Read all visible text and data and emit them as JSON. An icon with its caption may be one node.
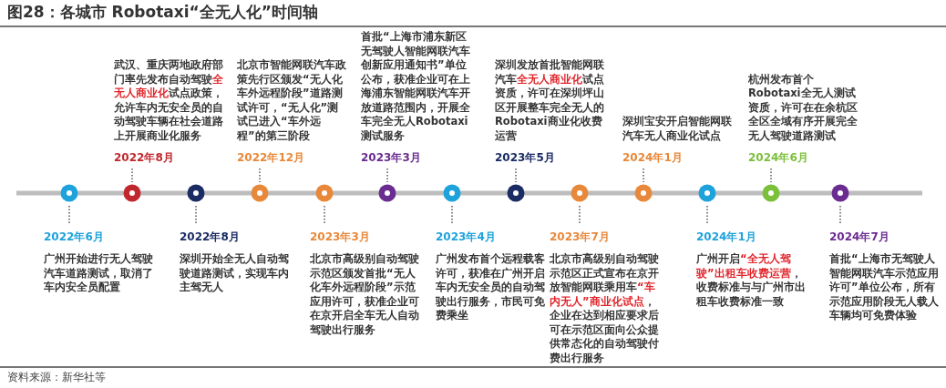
{
  "diagram": {
    "title": "图28：各城市 Robotaxi“全无人化”时间轴",
    "caption": "资料来源：新华社等",
    "nodes": [
      {
        "text": [
          "2022年6月",
          "广州开始进行无人驾驶汽车道路测试，取消了车内安全员配置"
        ]
      },
      {
        "text": [],
        "shape": "circle"
      },
      {
        "text": [
          "武汉、重庆两地政府部门率先发布自动驾驶**全无人商业化**试点政策，允许车内无安全员的自动驾驶车辆在社会道路上开展商业化服务",
          "2022年8月"
        ]
      },
      {
        "text": [],
        "shape": "circle"
      },
      {
        "text": [
          "2022年8月",
          "深圳开始全无人自动驾驶道路测试，实现车内主驾无人"
        ]
      },
      {
        "text": [],
        "shape": "circle"
      },
      {
        "text": [
          "北京市智能网联汽车政策先行区颁发“无人化车外远程阶段”道路测试许可，“无人化”测试已进入“车外远程”的第三阶段",
          "2022年12月"
        ]
      },
      {
        "text": [],
        "shape": "circle"
      },
      {
        "text": [
          "2023年3月",
          "北京市高级别自动驾驶示范区颁发首批“无人化车外远程阶段”示范应用许可，获准企业可在京开启全车无人自动驾驶出行服务"
        ]
      },
      {
        "text": [],
        "shape": "circle"
      },
      {
        "text": [
          "首批“上海市浦东新区无驾驶人智能网联汽车创新应用通知书”单位公布，获准企业可在上海浦东智能网联汽车开放道路范围内，开展全车完全无人Robotaxi测试服务",
          "2023年3月"
        ]
      },
      {
        "text": [],
        "shape": "circle"
      },
      {
        "text": [
          "2023年4月",
          "广州发布首个远程载客许可，获准在广州开启车内无安全员的自动驾驶出行服务，市民可免费乘坐"
        ]
      },
      {
        "text": [],
        "shape": "circle"
      },
      {
        "text": [
          "深圳发放首批智能网联汽车**全无人商业化**试点资质，许可在深圳坪山区开展整车完全无人的Robotaxi商业化收费运营",
          "2023年5月"
        ]
      },
      {
        "text": [],
        "shape": "circle"
      },
      {
        "text": [
          "2023年7月",
          "北京市高级别自动驾驶示范区正式宣布在京开放智能网联乘用车**“车内无人”商业化试点**，企业在达到相应要求后可在示范区面向公众提供常态化的自动驾驶付费出行服务"
        ]
      },
      {
        "text": [],
        "shape": "circle"
      },
      {
        "text": [
          "深圳宝安开启智能网联汽车无人商业化试点",
          "2024年1月"
        ]
      },
      {
        "text": [],
        "shape": "circle"
      },
      {
        "text": [
          "2024年1月",
          "广州开启**“全无人驾驶”出租车收费运营**，收费标准与与广州市出租车收费标准一致"
        ]
      },
      {
        "text": [],
        "shape": "circle"
      },
      {
        "text": [
          "杭州发布首个Robotaxi全无人测试资质，许可在在余杭区全区全域有序开展完全无人驾驶道路测试",
          "2024年6月"
        ]
      },
      {
        "text": [],
        "shape": "circle"
      },
      {
        "text": [
          "2024年7月",
          "首批“上海市无驾驶人智能网联汽车示范应用许可”单位公布，所有示范应用阶段无人载人车辆均可免费体验"
        ]
      },
      {
        "text": [],
        "shape": "circle"
      }
    ],
    "edges": [
      {
        "from": 0,
        "to": 1,
        "arrow": "none",
        "style": "dashed"
      },
      {
        "from": 2,
        "to": 3,
        "arrow": "none",
        "style": "dashed"
      },
      {
        "from": 4,
        "to": 5,
        "arrow": "none",
        "style": "dashed"
      },
      {
        "from": 6,
        "to": 7,
        "arrow": "none",
        "style": "dashed"
      },
      {
        "from": 8,
        "to": 9,
        "arrow": "none",
        "style": "dashed"
      },
      {
        "from": 10,
        "to": 11,
        "arrow": "none",
        "style": "dashed"
      },
      {
        "from": 12,
        "to": 13,
        "arrow": "none",
        "style": "dashed"
      },
      {
        "from": 14,
        "to": 15,
        "arrow": "none",
        "style": "dashed"
      },
      {
        "from": 16,
        "to": 17,
        "arrow": "none",
        "style": "dashed"
      },
      {
        "from": 18,
        "to": 19,
        "arrow": "none",
        "style": "dashed"
      },
      {
        "from": 20,
        "to": 21,
        "arrow": "none",
        "style": "dashed"
      },
      {
        "from": 22,
        "to": 23,
        "arrow": "none",
        "style": "dashed"
      },
      {
        "from": 24,
        "to": 25,
        "arrow": "none",
        "style": "dashed"
      }
    ]
  }
}
